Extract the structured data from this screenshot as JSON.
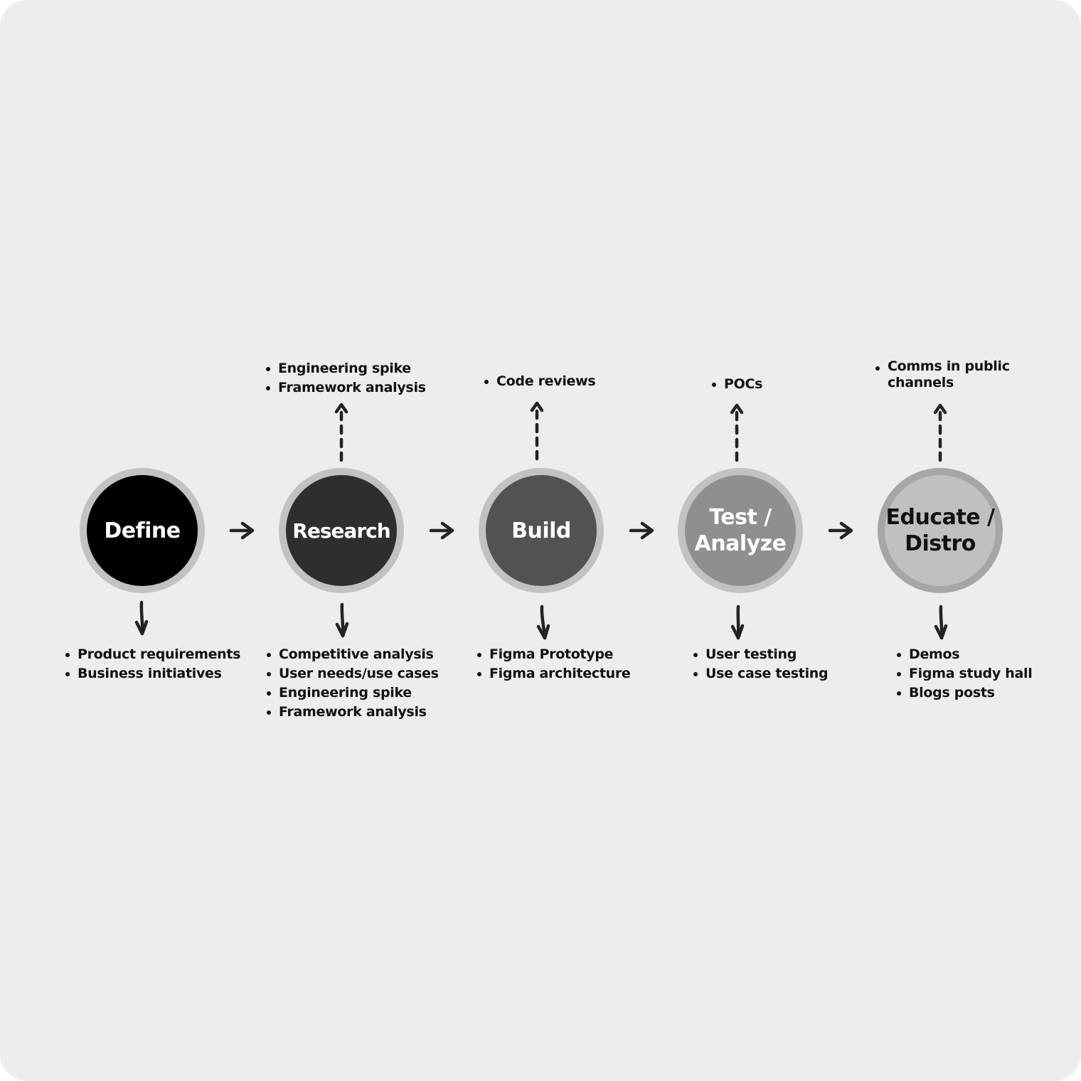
{
  "colors": {
    "canvas": "#ededed",
    "arrow": "#222222",
    "ring_light": "#c2c2c2",
    "ring_dark": "#a6a6a6"
  },
  "stages": [
    {
      "id": "define",
      "label": "Define",
      "fill": "#000000",
      "ring": "#c2c2c2",
      "text_color": "#ffffff",
      "below": [
        "Product requirements",
        "Business initiatives"
      ],
      "above": []
    },
    {
      "id": "research",
      "label": "Research",
      "fill": "#2e2e2e",
      "ring": "#c2c2c2",
      "text_color": "#ffffff",
      "below": [
        "Competitive analysis",
        "User needs/use cases",
        "Engineering spike",
        "Framework analysis"
      ],
      "above": [
        "Engineering spike",
        "Framework analysis"
      ]
    },
    {
      "id": "build",
      "label": "Build",
      "fill": "#525252",
      "ring": "#c2c2c2",
      "text_color": "#ffffff",
      "below": [
        "Figma Prototype",
        "Figma architecture"
      ],
      "above": [
        "Code reviews"
      ]
    },
    {
      "id": "test-analyze",
      "label": "Test /\nAnalyze",
      "fill": "#8f8f8f",
      "ring": "#c2c2c2",
      "text_color": "#ffffff",
      "below": [
        "User testing",
        "Use case testing"
      ],
      "above": [
        "POCs"
      ]
    },
    {
      "id": "educate-distro",
      "label": "Educate /\nDistro",
      "fill": "#c0c0c0",
      "ring": "#a6a6a6",
      "text_color": "#111111",
      "below": [
        "Demos",
        "Figma study hall",
        "Blogs posts"
      ],
      "above": [
        "Comms in public channels"
      ]
    }
  ]
}
